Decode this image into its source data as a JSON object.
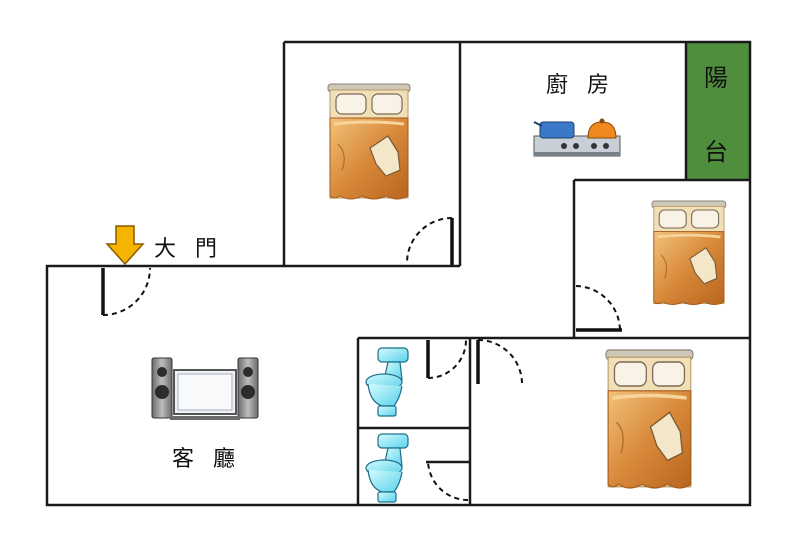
{
  "labels": {
    "entrance": "大 門",
    "kitchen": "廚 房",
    "balcony_top": "陽",
    "balcony_bottom": "台",
    "living_room": "客 廳"
  },
  "colors": {
    "balcony": "#4f8e3d",
    "entrance_arrow": "#f4b400",
    "bed_quilt": "#d8893a",
    "toilet": "#8fe6f5"
  },
  "icons": {
    "entrance_arrow": "down-arrow-icon",
    "bed": "bed-icon",
    "stove": "gas-stove-icon",
    "tv": "tv-speakers-icon",
    "toilet": "toilet-icon"
  }
}
